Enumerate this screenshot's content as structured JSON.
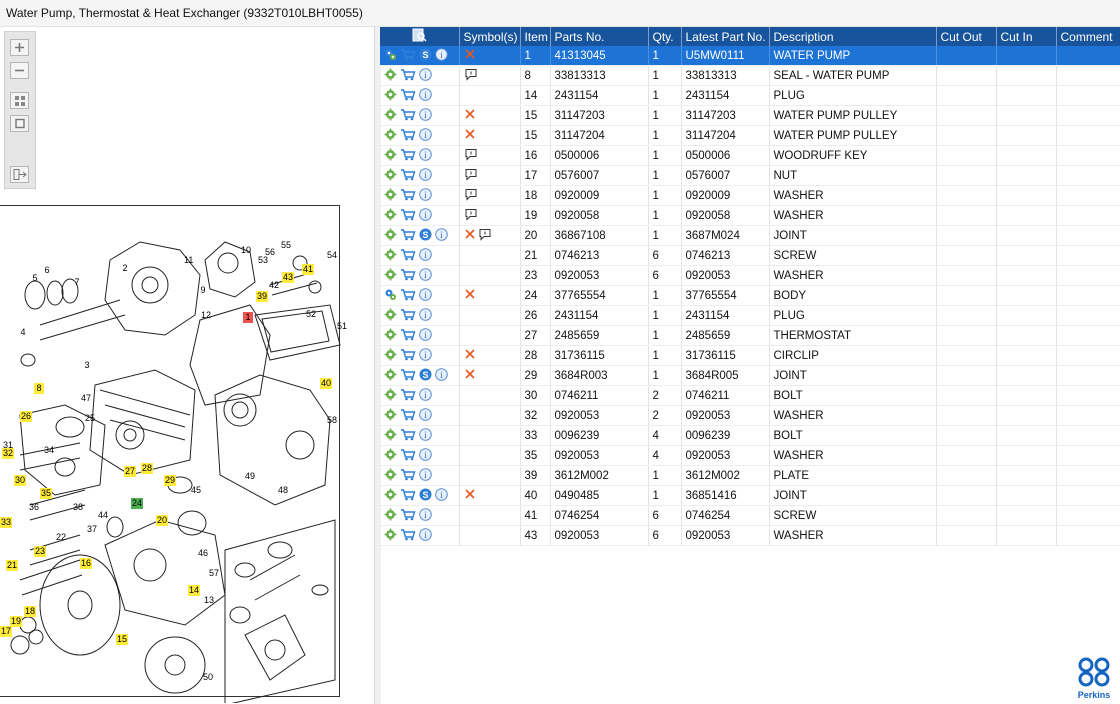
{
  "window": {
    "title": "Water Pump, Thermostat & Heat Exchanger (9332T010LBHT0055)"
  },
  "toolbar": {
    "zoom_in_icon": "plus-magnifier-icon",
    "zoom_out_icon": "minus-icon",
    "fit_icon": "fit-grid-icon",
    "actual_size_icon": "square-icon",
    "export_icon": "list-export-icon"
  },
  "colors": {
    "header": "#17549b",
    "selected": "#1e73d6",
    "highlight_yellow": "#ffeb3b",
    "highlight_red": "#ef5350",
    "highlight_green": "#4caf50",
    "brand": "#1565c0"
  },
  "diagram": {
    "callouts": [
      {
        "label": "10",
        "style": "plain"
      },
      {
        "label": "56",
        "style": "plain"
      },
      {
        "label": "55",
        "style": "plain"
      },
      {
        "label": "54",
        "style": "plain"
      },
      {
        "label": "2",
        "style": "plain"
      },
      {
        "label": "11",
        "style": "plain"
      },
      {
        "label": "9",
        "style": "plain"
      },
      {
        "label": "53",
        "style": "plain"
      },
      {
        "label": "43",
        "style": "yellow"
      },
      {
        "label": "41",
        "style": "yellow"
      },
      {
        "label": "42",
        "style": "plain"
      },
      {
        "label": "5",
        "style": "plain"
      },
      {
        "label": "6",
        "style": "plain"
      },
      {
        "label": "7",
        "style": "plain"
      },
      {
        "label": "39",
        "style": "yellow"
      },
      {
        "label": "52",
        "style": "plain"
      },
      {
        "label": "12",
        "style": "plain"
      },
      {
        "label": "1",
        "style": "red"
      },
      {
        "label": "51",
        "style": "plain"
      },
      {
        "label": "4",
        "style": "plain"
      },
      {
        "label": "3",
        "style": "plain"
      },
      {
        "label": "8",
        "style": "yellow"
      },
      {
        "label": "40",
        "style": "yellow"
      },
      {
        "label": "47",
        "style": "plain"
      },
      {
        "label": "25",
        "style": "plain"
      },
      {
        "label": "58",
        "style": "plain"
      },
      {
        "label": "26",
        "style": "yellow"
      },
      {
        "label": "31",
        "style": "plain"
      },
      {
        "label": "32",
        "style": "yellow"
      },
      {
        "label": "34",
        "style": "plain"
      },
      {
        "label": "27",
        "style": "yellow"
      },
      {
        "label": "28",
        "style": "yellow"
      },
      {
        "label": "30",
        "style": "yellow"
      },
      {
        "label": "29",
        "style": "yellow"
      },
      {
        "label": "49",
        "style": "plain"
      },
      {
        "label": "35",
        "style": "yellow"
      },
      {
        "label": "45",
        "style": "plain"
      },
      {
        "label": "48",
        "style": "plain"
      },
      {
        "label": "24",
        "style": "green"
      },
      {
        "label": "36",
        "style": "plain"
      },
      {
        "label": "33",
        "style": "yellow"
      },
      {
        "label": "38",
        "style": "plain"
      },
      {
        "label": "37",
        "style": "plain"
      },
      {
        "label": "44",
        "style": "plain"
      },
      {
        "label": "20",
        "style": "yellow"
      },
      {
        "label": "22",
        "style": "plain"
      },
      {
        "label": "46",
        "style": "plain"
      },
      {
        "label": "23",
        "style": "yellow"
      },
      {
        "label": "16",
        "style": "yellow"
      },
      {
        "label": "21",
        "style": "yellow"
      },
      {
        "label": "57",
        "style": "plain"
      },
      {
        "label": "14",
        "style": "yellow"
      },
      {
        "label": "13",
        "style": "plain"
      },
      {
        "label": "18",
        "style": "yellow"
      },
      {
        "label": "19",
        "style": "yellow"
      },
      {
        "label": "17",
        "style": "yellow"
      },
      {
        "label": "15",
        "style": "yellow"
      },
      {
        "label": "50",
        "style": "plain"
      }
    ]
  },
  "grid": {
    "headers": [
      "",
      "Symbol(s)",
      "Item",
      "Parts No.",
      "Qty.",
      "Latest Part No.",
      "Description",
      "Cut Out",
      "Cut In",
      "Comment"
    ],
    "rows": [
      {
        "icons": [
          "gear-blue",
          "cart",
          "s",
          "info"
        ],
        "symbols": [
          "cross"
        ],
        "item": "1",
        "part": "41313045",
        "qty": "1",
        "latest": "U5MW0111",
        "desc": "WATER PUMP",
        "selected": true
      },
      {
        "icons": [
          "gear",
          "cart",
          "info"
        ],
        "symbols": [
          "note"
        ],
        "item": "8",
        "part": "33813313",
        "qty": "1",
        "latest": "33813313",
        "desc": "SEAL - WATER PUMP"
      },
      {
        "icons": [
          "gear",
          "cart",
          "info"
        ],
        "symbols": [],
        "item": "14",
        "part": "2431154",
        "qty": "1",
        "latest": "2431154",
        "desc": "PLUG"
      },
      {
        "icons": [
          "gear",
          "cart",
          "info"
        ],
        "symbols": [
          "cross"
        ],
        "item": "15",
        "part": "31147203",
        "qty": "1",
        "latest": "31147203",
        "desc": "WATER PUMP PULLEY"
      },
      {
        "icons": [
          "gear",
          "cart",
          "info"
        ],
        "symbols": [
          "cross"
        ],
        "item": "15",
        "part": "31147204",
        "qty": "1",
        "latest": "31147204",
        "desc": "WATER PUMP PULLEY"
      },
      {
        "icons": [
          "gear",
          "cart",
          "info"
        ],
        "symbols": [
          "note"
        ],
        "item": "16",
        "part": "0500006",
        "qty": "1",
        "latest": "0500006",
        "desc": "WOODRUFF KEY"
      },
      {
        "icons": [
          "gear",
          "cart",
          "info"
        ],
        "symbols": [
          "note"
        ],
        "item": "17",
        "part": "0576007",
        "qty": "1",
        "latest": "0576007",
        "desc": "NUT"
      },
      {
        "icons": [
          "gear",
          "cart",
          "info"
        ],
        "symbols": [
          "note"
        ],
        "item": "18",
        "part": "0920009",
        "qty": "1",
        "latest": "0920009",
        "desc": "WASHER"
      },
      {
        "icons": [
          "gear",
          "cart",
          "info"
        ],
        "symbols": [
          "note"
        ],
        "item": "19",
        "part": "0920058",
        "qty": "1",
        "latest": "0920058",
        "desc": "WASHER"
      },
      {
        "icons": [
          "gear",
          "cart",
          "s",
          "info"
        ],
        "symbols": [
          "cross",
          "note"
        ],
        "item": "20",
        "part": "36867108",
        "qty": "1",
        "latest": "3687M024",
        "desc": "JOINT"
      },
      {
        "icons": [
          "gear",
          "cart",
          "info"
        ],
        "symbols": [],
        "item": "21",
        "part": "0746213",
        "qty": "6",
        "latest": "0746213",
        "desc": "SCREW"
      },
      {
        "icons": [
          "gear",
          "cart",
          "info"
        ],
        "symbols": [],
        "item": "23",
        "part": "0920053",
        "qty": "6",
        "latest": "0920053",
        "desc": "WASHER"
      },
      {
        "icons": [
          "gear-blue",
          "cart",
          "info"
        ],
        "symbols": [
          "cross"
        ],
        "item": "24",
        "part": "37765554",
        "qty": "1",
        "latest": "37765554",
        "desc": "BODY"
      },
      {
        "icons": [
          "gear",
          "cart",
          "info"
        ],
        "symbols": [],
        "item": "26",
        "part": "2431154",
        "qty": "1",
        "latest": "2431154",
        "desc": "PLUG"
      },
      {
        "icons": [
          "gear",
          "cart",
          "info"
        ],
        "symbols": [],
        "item": "27",
        "part": "2485659",
        "qty": "1",
        "latest": "2485659",
        "desc": "THERMOSTAT"
      },
      {
        "icons": [
          "gear",
          "cart",
          "info"
        ],
        "symbols": [
          "cross"
        ],
        "item": "28",
        "part": "31736115",
        "qty": "1",
        "latest": "31736115",
        "desc": "CIRCLIP"
      },
      {
        "icons": [
          "gear",
          "cart",
          "s",
          "info"
        ],
        "symbols": [
          "cross"
        ],
        "item": "29",
        "part": "3684R003",
        "qty": "1",
        "latest": "3684R005",
        "desc": "JOINT"
      },
      {
        "icons": [
          "gear",
          "cart",
          "info"
        ],
        "symbols": [],
        "item": "30",
        "part": "0746211",
        "qty": "2",
        "latest": "0746211",
        "desc": "BOLT"
      },
      {
        "icons": [
          "gear",
          "cart",
          "info"
        ],
        "symbols": [],
        "item": "32",
        "part": "0920053",
        "qty": "2",
        "latest": "0920053",
        "desc": "WASHER"
      },
      {
        "icons": [
          "gear",
          "cart",
          "info"
        ],
        "symbols": [],
        "item": "33",
        "part": "0096239",
        "qty": "4",
        "latest": "0096239",
        "desc": "BOLT"
      },
      {
        "icons": [
          "gear",
          "cart",
          "info"
        ],
        "symbols": [],
        "item": "35",
        "part": "0920053",
        "qty": "4",
        "latest": "0920053",
        "desc": "WASHER"
      },
      {
        "icons": [
          "gear",
          "cart",
          "info"
        ],
        "symbols": [],
        "item": "39",
        "part": "3612M002",
        "qty": "1",
        "latest": "3612M002",
        "desc": "PLATE"
      },
      {
        "icons": [
          "gear",
          "cart",
          "s",
          "info"
        ],
        "symbols": [
          "cross"
        ],
        "item": "40",
        "part": "0490485",
        "qty": "1",
        "latest": "36851416",
        "desc": "JOINT"
      },
      {
        "icons": [
          "gear",
          "cart",
          "info"
        ],
        "symbols": [],
        "item": "41",
        "part": "0746254",
        "qty": "6",
        "latest": "0746254",
        "desc": "SCREW"
      },
      {
        "icons": [
          "gear",
          "cart",
          "info"
        ],
        "symbols": [],
        "item": "43",
        "part": "0920053",
        "qty": "6",
        "latest": "0920053",
        "desc": "WASHER"
      }
    ]
  },
  "brand": {
    "name": "Perkins"
  }
}
